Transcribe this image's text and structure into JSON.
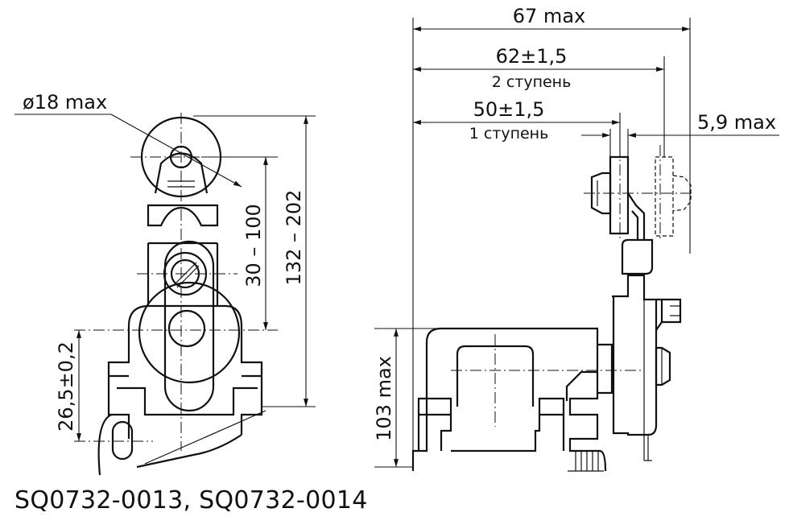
{
  "dimensions": {
    "diameter": "ø18 max",
    "travel": "30 – 100",
    "height_range": "132 – 202",
    "offset": "26,5±0,2",
    "width_max": "67 max",
    "stage2": "62±1,5",
    "stage2_label": "2 ступень",
    "stage1": "50±1,5",
    "stage1_label": "1 ступень",
    "gap": "5,9 max",
    "base_height": "103 max"
  },
  "caption": "SQ0732-0013, SQ0732-0014"
}
